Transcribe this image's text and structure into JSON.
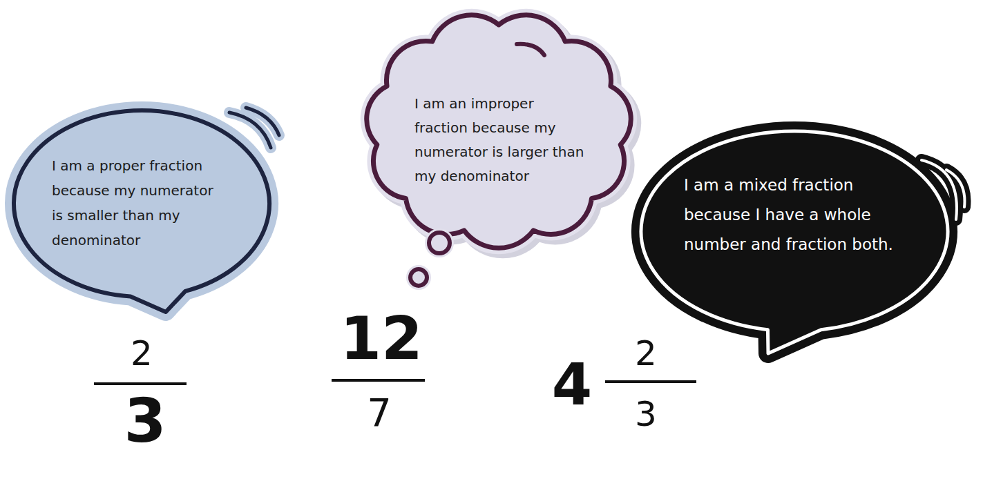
{
  "diagram": {
    "nodes": [
      {
        "text": [
          "I am a proper fraction because my numerator is smaller than my denominator"
        ]
      },
      {
        "text": [
          "I am an improper fraction because my numerator is larger than my denominator"
        ]
      },
      {
        "text": [
          "I am a mixed fraction because I have a whole number and fraction both."
        ]
      }
    ],
    "labels": [
      "2",
      "3",
      "12",
      "7",
      "4",
      "2",
      "3"
    ]
  }
}
